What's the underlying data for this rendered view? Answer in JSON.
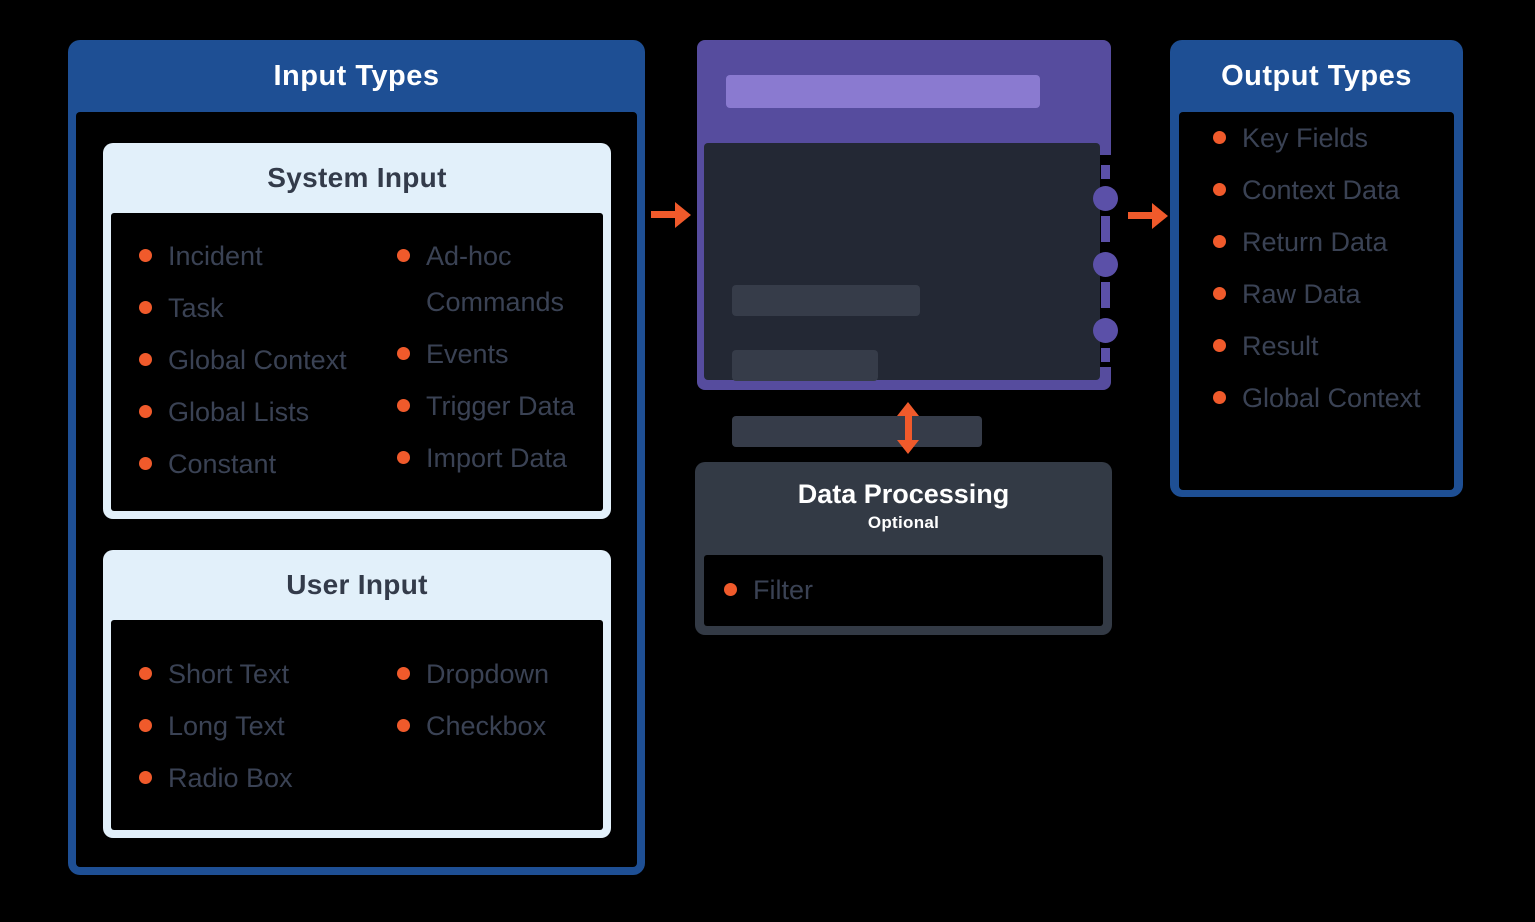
{
  "colors": {
    "background": "#000000",
    "panel_blue": "#1e4f94",
    "subcard_light_blue": "#e2f0fa",
    "bullet_orange": "#f05a2b",
    "task_purple": "#564c9e",
    "task_purple_light": "#8a7ad0",
    "port_purple": "#5b50a8",
    "task_inner_slate": "#232834",
    "task_bar_gray": "#363c49",
    "data_processing_slate": "#333a45",
    "list_text": "#3a4254",
    "subcard_title_text": "#333b4a"
  },
  "input_panel": {
    "title": "Input Types",
    "system_input": {
      "title": "System Input",
      "left_items": [
        "Incident",
        "Task",
        "Global Context",
        "Global Lists",
        "Constant"
      ],
      "right_items": [
        "Ad-hoc Commands",
        "Events",
        "Trigger Data",
        "Import Data"
      ]
    },
    "user_input": {
      "title": "User Input",
      "left_items": [
        "Short Text",
        "Long Text",
        "Radio Box"
      ],
      "right_items": [
        "Dropdown",
        "Checkbox"
      ]
    }
  },
  "task_card": {
    "title_bar_placeholder": "",
    "content_bar_count": 3,
    "output_port_count": 3
  },
  "data_processing": {
    "title": "Data Processing",
    "subtitle": "Optional",
    "items": [
      "Filter"
    ]
  },
  "output_panel": {
    "title": "Output Types",
    "items": [
      "Key Fields",
      "Context Data",
      "Return Data",
      "Raw Data",
      "Result",
      "Global Context"
    ]
  },
  "icons": {
    "flow_in": "arrow-right-icon",
    "flow_out": "arrow-right-icon",
    "flow_data_processing": "arrow-up-down-icon"
  }
}
